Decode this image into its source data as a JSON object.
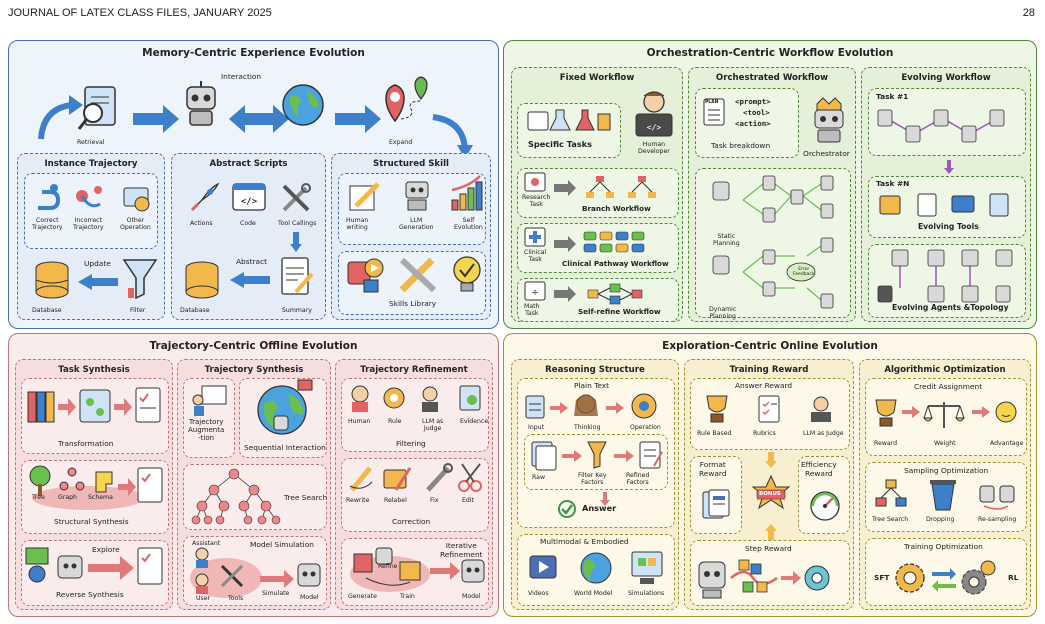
{
  "header": {
    "journal": "JOURNAL OF LATEX CLASS FILES, JANUARY 2025",
    "page_number": "28"
  },
  "memory": {
    "title": "Memory-Centric Experience Evolution",
    "top": {
      "retrieval": "Retrieval",
      "interaction": "Interaction",
      "expand": "Expand"
    },
    "instance": {
      "title": "Instance Trajectory",
      "correct": "Correct\nTrajectory",
      "incorrect": "Incorrect\nTrajectory",
      "other": "Other\nOperation",
      "update": "Update",
      "database": "Database",
      "filter": "Filter"
    },
    "abstract": {
      "title": "Abstract Scripts",
      "actions": "Actions",
      "code": "Code",
      "tool_callings": "Tool Callings",
      "abstract": "Abstract",
      "database": "Database",
      "summary": "Summary"
    },
    "skill": {
      "title": "Structured Skill",
      "human_writing": "Human\nwriting",
      "llm_generation": "LLM\nGeneration",
      "self_evolution": "Self\nEvolution",
      "library": "Skills Library"
    }
  },
  "orchestration": {
    "title": "Orchestration-Centric Workflow Evolution",
    "fixed": {
      "title": "Fixed Workflow",
      "specific_tasks": "Specific Tasks",
      "human_developer": "Human\nDeveloper",
      "research_task": "Research\nTask",
      "branch": "Branch Workflow",
      "clinical_task": "Clinical\nTask",
      "clinical": "Clinical Pathway Workflow",
      "math_task": "Math\nTask",
      "refine": "Self-refine Workflow"
    },
    "orchestrated": {
      "title": "Orchestrated Workflow",
      "plan": "PLAN",
      "prompt_line": "<prompt>",
      "tool_line": "<tool>",
      "action_line": "<action>",
      "task_breakdown": "Task breakdown",
      "orchestrator": "Orchestrator",
      "static": "Static\nPlanning",
      "dynamic": "Dynamic\nPlanning",
      "error_feedback": "Error\nFeedback"
    },
    "evolving": {
      "title": "Evolving Workflow",
      "task1": "Task #1",
      "taskn": "Task #N",
      "tools": "Evolving Tools",
      "agents": "Evolving Agents &Topology"
    }
  },
  "trajectory": {
    "title": "Trajectory-Centric Offline Evolution",
    "task_synthesis": {
      "title": "Task Synthesis",
      "transformation": "Transformation",
      "tree": "Tree",
      "graph": "Graph",
      "schema": "Schema",
      "structural": "Structural Synthesis",
      "explore": "Explore",
      "reverse": "Reverse Synthesis"
    },
    "traj_synthesis": {
      "title": "Trajectory Synthesis",
      "augmentation": "Trajectory\nAugmenta\n-tion",
      "sequential": "Sequential Interaction",
      "tree_search": "Tree Search",
      "assistant": "Assistant",
      "user": "User",
      "tools": "Tools",
      "model_sim": "Model Simulation",
      "simulate": "Simulate",
      "model": "Model"
    },
    "refinement": {
      "title": "Trajectory Refinement",
      "human": "Human",
      "rule": "Rule",
      "llm_judge": "LLM as\nJudge",
      "evidence": "Evidence",
      "filtering": "Filtering",
      "rewrite": "Rewrite",
      "relabel": "Relabel",
      "fix": "Fix",
      "edit": "Edit",
      "correction": "Correction",
      "refine": "Refine",
      "iterative": "Iterative\nRefinement",
      "generate": "Generate",
      "train": "Train",
      "model": "Model"
    }
  },
  "exploration": {
    "title": "Exploration-Centric Online Evolution",
    "reasoning": {
      "title": "Reasoning Structure",
      "plain_text": "Plain Text",
      "input": "Input",
      "thinking": "Thinking",
      "operation": "Operation",
      "raw": "Raw",
      "filter_key": "Filter Key\nFactors",
      "refined": "Refined\nFactors",
      "answer": "Answer",
      "multimodal": "Multimodal & Embodied",
      "videos": "Videos",
      "world_model": "World Model",
      "simulations": "Simulations"
    },
    "reward": {
      "title": "Training Reward",
      "answer_reward": "Answer Reward",
      "rule_based": "Rule Based",
      "rubrics": "Rubrics",
      "llm_judge": "LLM as Judge",
      "format": "Format\nReward",
      "efficiency": "Efficiency\nReward",
      "bonus": "BONUS",
      "step": "Step Reward"
    },
    "algo": {
      "title": "Algorithmic Optimization",
      "credit": "Credit Assignment",
      "reward": "Reward",
      "weight": "Weight",
      "advantage": "Advantage",
      "sampling": "Sampling Optimization",
      "tree_search": "Tree Search",
      "dropping": "Dropping",
      "resampling": "Re-sampling",
      "training": "Training Optimization",
      "sft": "SFT",
      "rl": "RL"
    }
  },
  "colors": {
    "memory_border": "#4a6fb5",
    "memory_fill": "#eef4fb",
    "orch_border": "#4f8a3a",
    "orch_fill": "#eef6e6",
    "traj_border": "#c07676",
    "traj_fill": "#fbecec",
    "expl_border": "#a8902f",
    "expl_fill": "#fdf8e8"
  }
}
